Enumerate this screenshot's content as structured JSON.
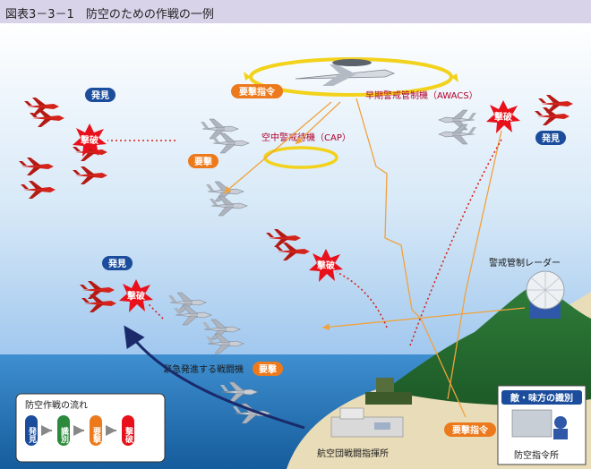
{
  "header": {
    "title": "図表3－3－1　防空のための作戦の一例"
  },
  "labels": {
    "awacs": "早期警戒管制機（AWACS）",
    "cap": "空中警戒待機（CAP）",
    "scramble": "緊急発進する戦闘機",
    "radar": "警戒管制レーダー",
    "command_post": "航空団戦闘指揮所",
    "defense_command": "防空指令所"
  },
  "badges": {
    "discover": "発見",
    "interception_order": "要撃指令",
    "intercept": "要撃",
    "destroy": "撃破",
    "identification": "敵・味方の識別"
  },
  "flow": {
    "title": "防空作戦の流れ",
    "steps": [
      "発見",
      "識別",
      "要撃",
      "撃破"
    ]
  },
  "colors": {
    "sky_top": "#ffffff",
    "sky_bottom": "#9ec6ee",
    "sea": "#1d6fb5",
    "enemy": "#d4231b",
    "badge_blue": "#1b4d9c",
    "badge_orange": "#ec7a1c",
    "burst": "#e8101a",
    "orbit": "#f2d21a"
  }
}
